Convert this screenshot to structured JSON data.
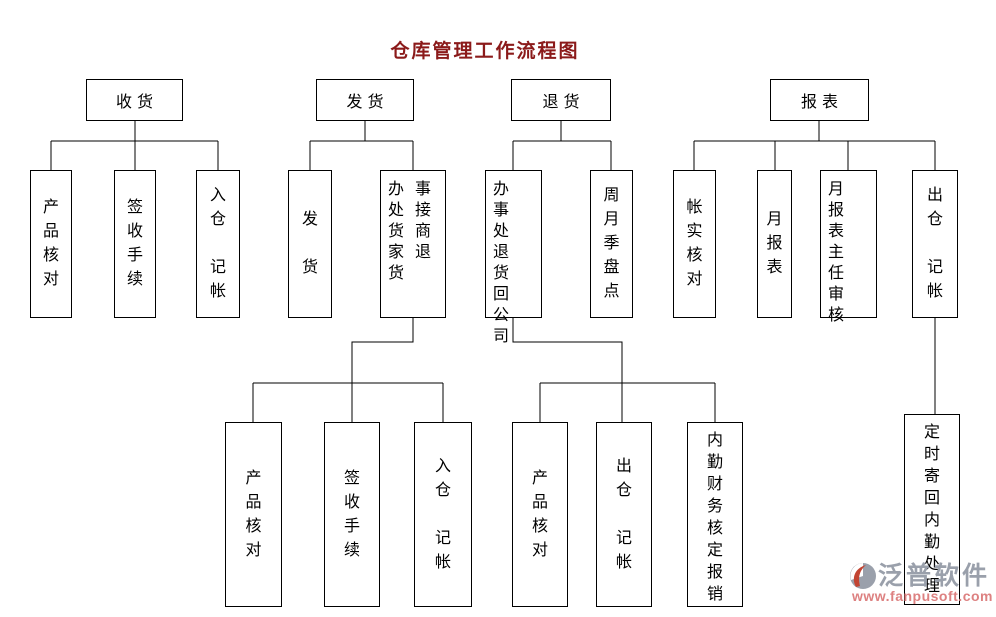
{
  "title": "仓库管理工作流程图",
  "colors": {
    "title": "#8b1a1a",
    "line": "#000000",
    "box_border": "#000000",
    "watermark_gray": "#9aa0ab",
    "watermark_red": "#dd8181",
    "logo_red": "#c24432"
  },
  "groups": [
    {
      "name": "收货",
      "children": [
        "产\n品\n核\n对",
        "签\n收\n手\n续",
        "入\n仓\n\n记\n帐"
      ]
    },
    {
      "name": "发货",
      "children": [
        "发\n\n货",
        "办事\n处接\n货商\n家退\n货"
      ],
      "grandchildren": [
        "产\n品\n核\n对",
        "签\n收\n手\n续",
        "入\n仓\n\n记\n帐"
      ]
    },
    {
      "name": "退货",
      "children": [
        "办事\n处退\n货回\n公司",
        "周\n月\n季\n盘\n点"
      ],
      "grandchildren": [
        "产\n品\n核\n对",
        "出\n仓\n\n记\n帐",
        "内\n勤\n财\n务\n核\n定\n报\n销"
      ]
    },
    {
      "name": "报表",
      "children": [
        "帐\n实\n核\n对",
        "月\n报\n表",
        "月报\n表主\n任审\n核",
        "出\n仓\n\n记\n帐"
      ],
      "grandchildren": [
        "定\n时\n寄\n回\n内\n勤\n处\n理"
      ]
    }
  ],
  "watermark": {
    "brand": "泛普软件",
    "url": "www.fanpusoft.com"
  }
}
